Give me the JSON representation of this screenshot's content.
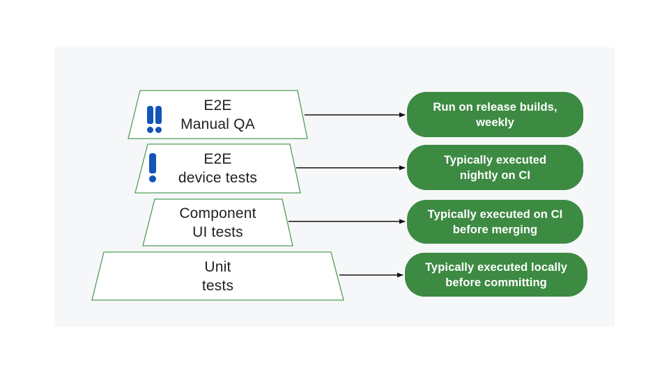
{
  "colors": {
    "panel_bg": "#f6f7f9",
    "pill_green": "#3d8a43",
    "trap_border": "#4f9d58",
    "excl_blue": "#1454b8",
    "text_dark": "#202124",
    "arrow_black": "#111111"
  },
  "pyramid": {
    "levels": [
      {
        "label_line1": "E2E",
        "label_line2": "Manual QA",
        "badge_icon": "double-exclamation-icon",
        "note_line1": "Run on release builds,",
        "note_line2": "weekly"
      },
      {
        "label_line1": "E2E",
        "label_line2": "device tests",
        "badge_icon": "exclamation-icon",
        "note_line1": "Typically executed",
        "note_line2": "nightly on CI"
      },
      {
        "label_line1": "Component",
        "label_line2": "UI tests",
        "badge_icon": "",
        "note_line1": "Typically executed on CI",
        "note_line2": "before merging"
      },
      {
        "label_line1": "Unit",
        "label_line2": "tests",
        "badge_icon": "",
        "note_line1": "Typically executed locally",
        "note_line2": "before committing"
      }
    ]
  }
}
